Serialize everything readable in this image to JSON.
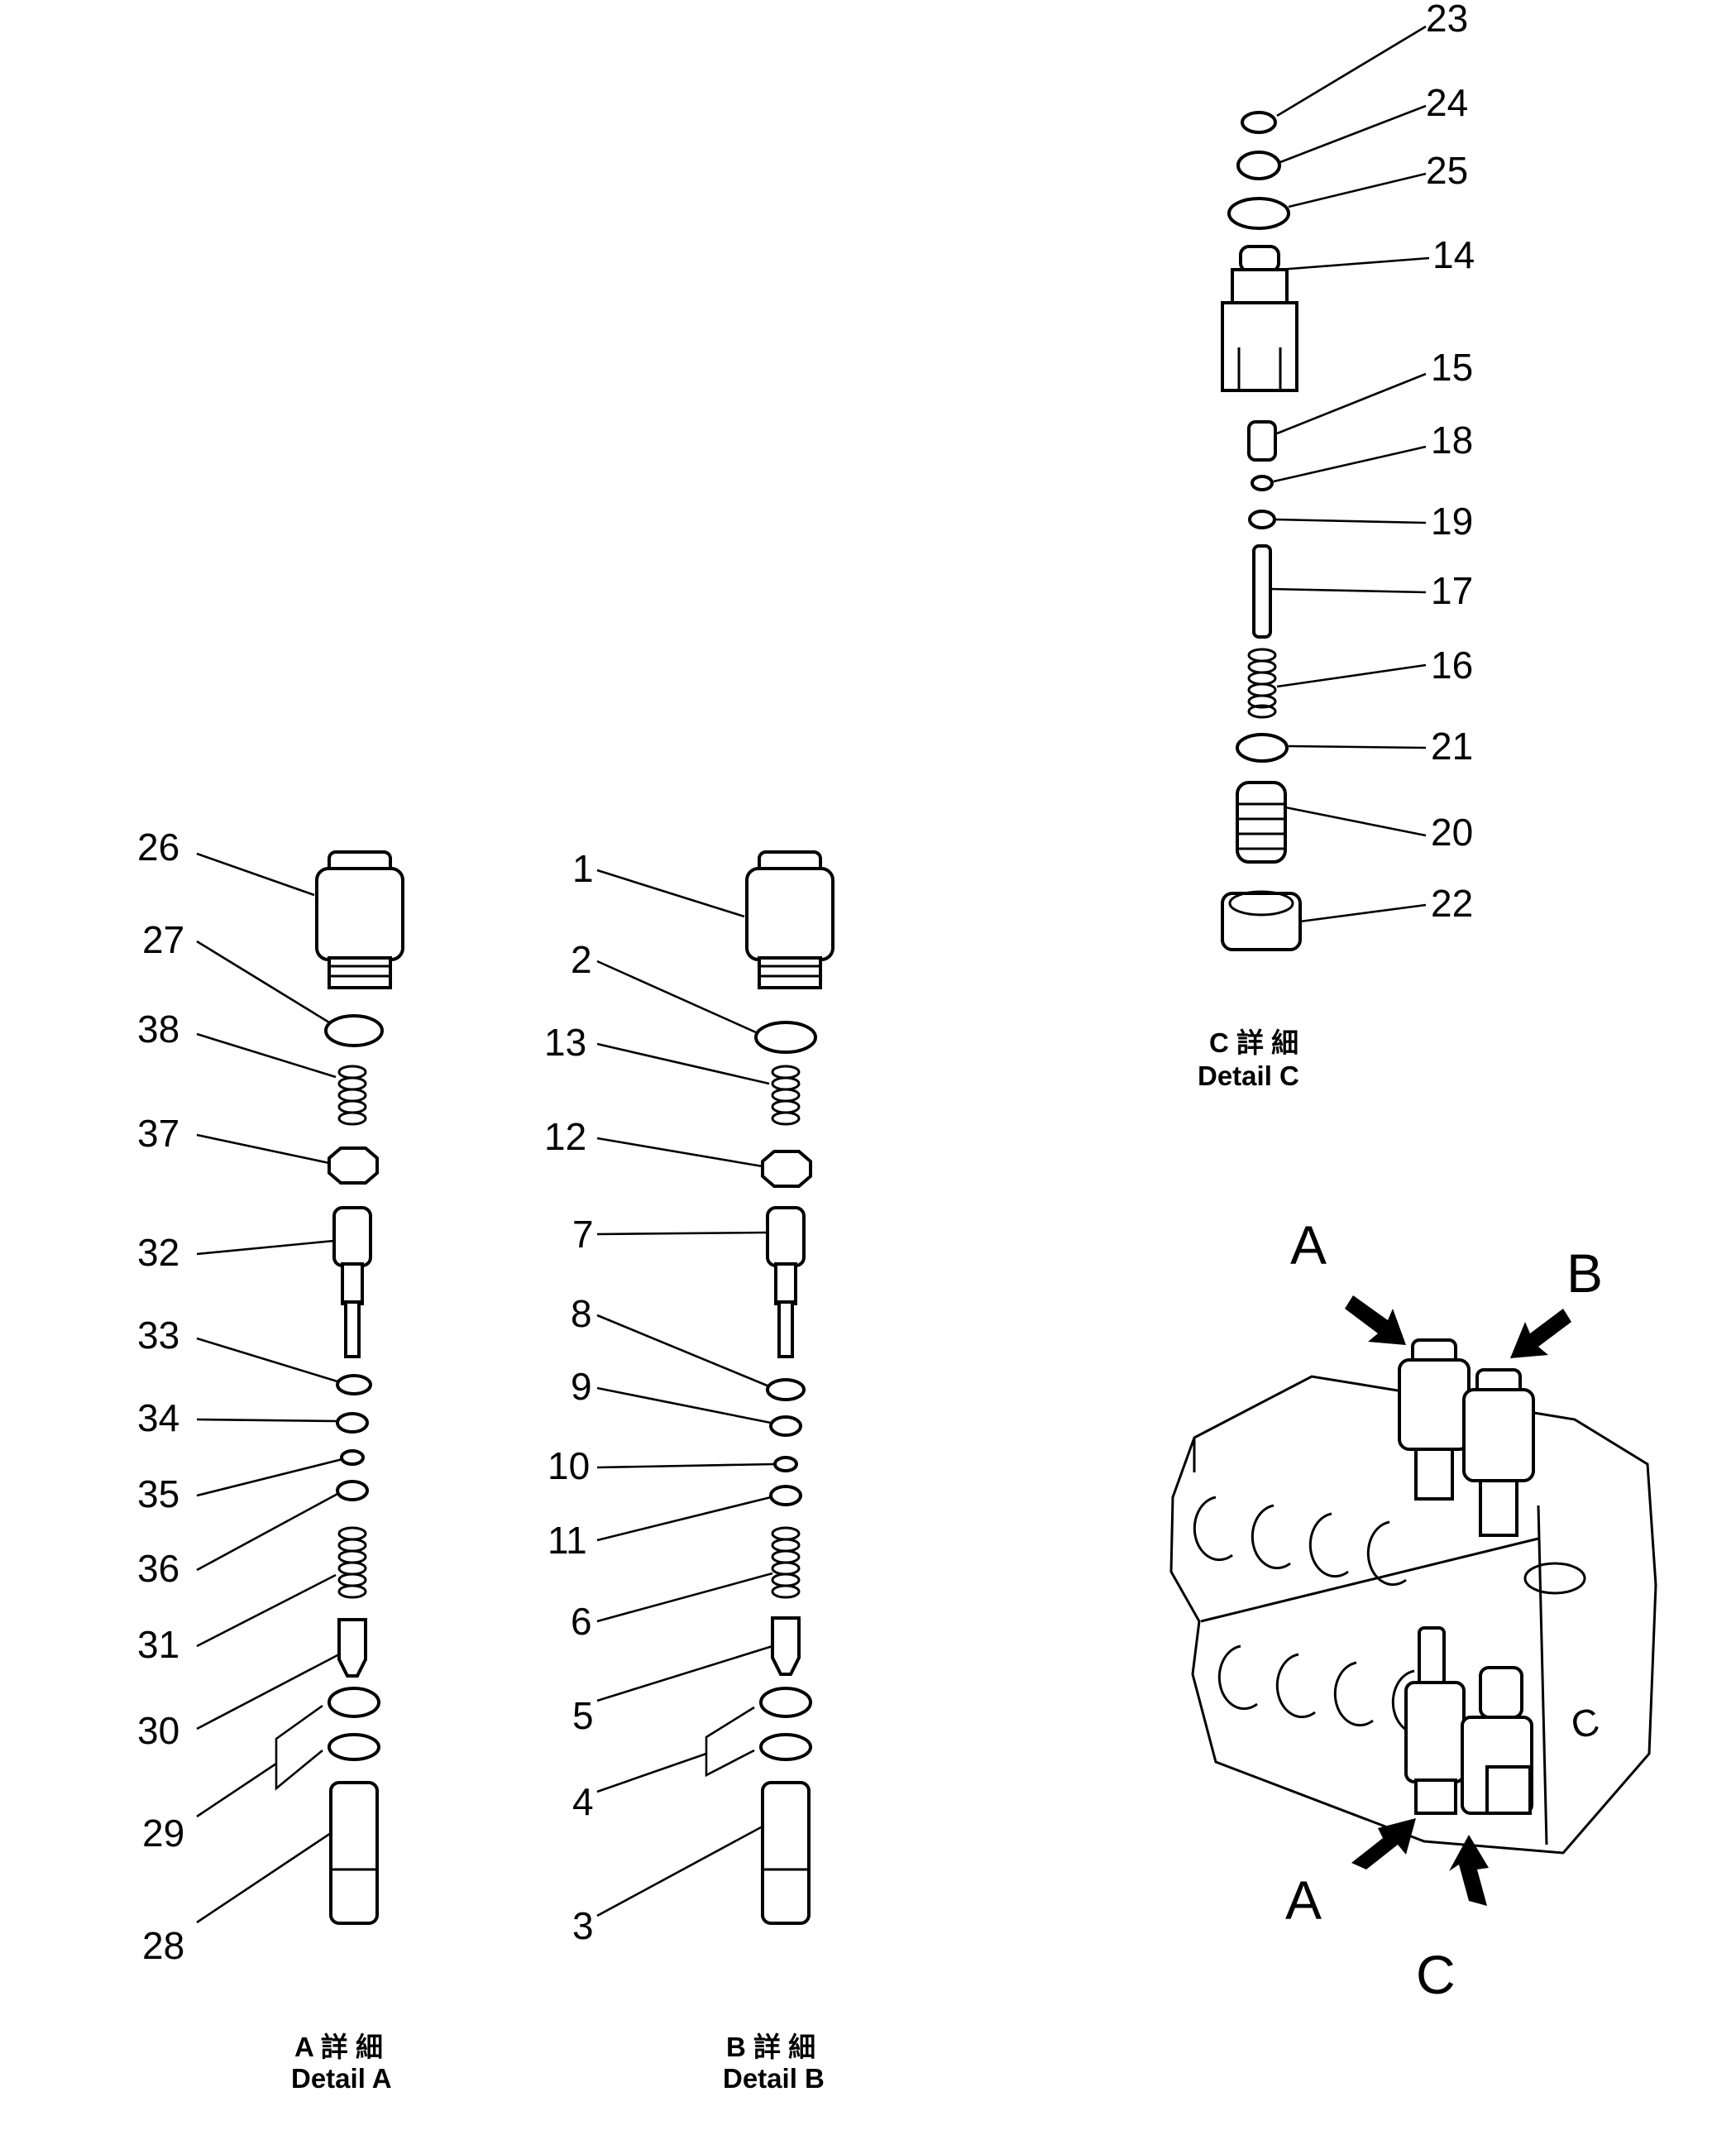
{
  "detail_a": {
    "caption_jp": "A 詳 細",
    "caption_en": "Detail A",
    "labels": [
      "26",
      "27",
      "38",
      "37",
      "32",
      "33",
      "34",
      "35",
      "36",
      "31",
      "30",
      "29",
      "28"
    ]
  },
  "detail_b": {
    "caption_jp": "B 詳 細",
    "caption_en": "Detail B",
    "labels": [
      "1",
      "2",
      "13",
      "12",
      "7",
      "8",
      "9",
      "10",
      "11",
      "6",
      "5",
      "4",
      "3"
    ]
  },
  "detail_c": {
    "caption_jp": "C 詳 細",
    "caption_en": "Detail C",
    "labels": [
      "23",
      "24",
      "25",
      "14",
      "15",
      "18",
      "19",
      "17",
      "16",
      "21",
      "20",
      "22"
    ]
  },
  "overview": {
    "callouts": [
      "A",
      "B",
      "A",
      "C"
    ],
    "body_mark": "C"
  }
}
